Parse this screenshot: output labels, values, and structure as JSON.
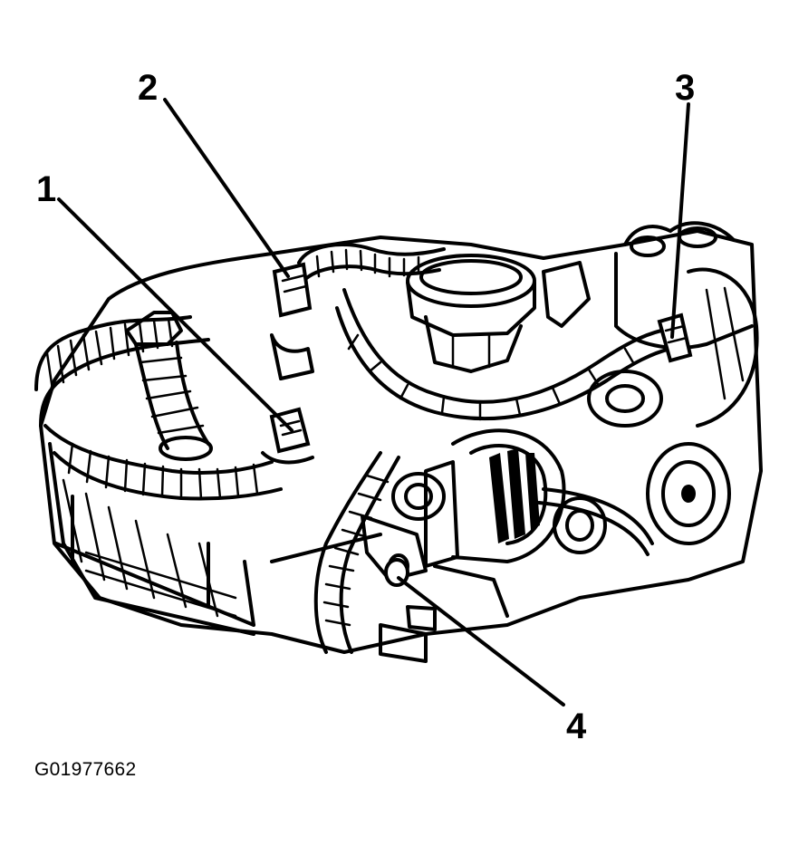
{
  "callouts": [
    {
      "id": "c1",
      "label": "1"
    },
    {
      "id": "c2",
      "label": "2"
    },
    {
      "id": "c3",
      "label": "3"
    },
    {
      "id": "c4",
      "label": "4"
    }
  ],
  "figure_id": "G01977662",
  "colors": {
    "ink": "#000000",
    "paper": "#ffffff"
  }
}
